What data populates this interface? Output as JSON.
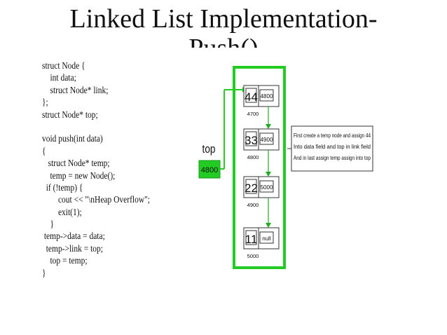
{
  "title_line1": "Linked List Implementation-",
  "title_line2": "Push()",
  "code_lines": [
    "struct Node {",
    "    int data;",
    "    struct Node* link;",
    "};",
    "struct Node* top;",
    "",
    "void push(int data)",
    "{",
    "   struct Node* temp;",
    "    temp = new Node();",
    "  if (!temp) {",
    "        cout << \"\\nHeap Overflow\";",
    "        exit(1);",
    "    }",
    " temp->data = data;",
    "  temp->link = top;",
    "    top = temp;",
    "}"
  ],
  "diagram": {
    "top_label": "top",
    "top_value": "4800",
    "nodes": [
      {
        "data": "44",
        "link": "4800",
        "address": "4700"
      },
      {
        "data": "33",
        "link": "4900",
        "address": "4800"
      },
      {
        "data": "22",
        "link": "5000",
        "address": "4900"
      },
      {
        "data": "11",
        "link": "null",
        "address": "5000"
      }
    ],
    "note_lines": [
      "First create a temp node and assign 44",
      "Into data field and top in link field",
      "And in last assign temp assign into top"
    ],
    "colors": {
      "green": "#22cc22",
      "light_green": "#44dd44",
      "arrow": "#22aa22",
      "box_border": "#333333"
    }
  }
}
